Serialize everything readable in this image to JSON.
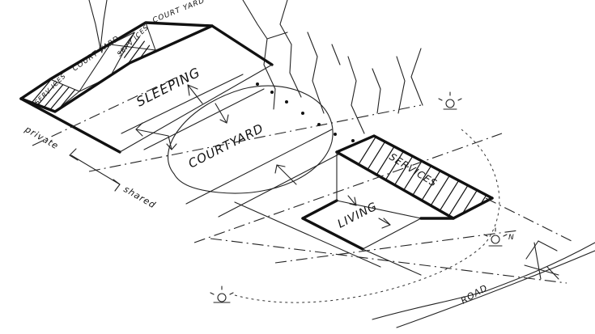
{
  "labels": {
    "sleeping": "SLEEPING",
    "courtyard": "COURTYARD",
    "services": "SERVICES",
    "living": "LIVING",
    "court_yard_small": "COURT YARD",
    "court_yard_top": "COURT YARD",
    "services_small_left": "SERV ICES",
    "services_small_mid": "SERV ICES",
    "private": "private",
    "shared": "shared",
    "road": "ROAD",
    "north": "N"
  },
  "colors": {
    "ink": "#111111",
    "paper": "#ffffff"
  },
  "icons": [
    "sun-icon",
    "north-arrow-icon"
  ]
}
